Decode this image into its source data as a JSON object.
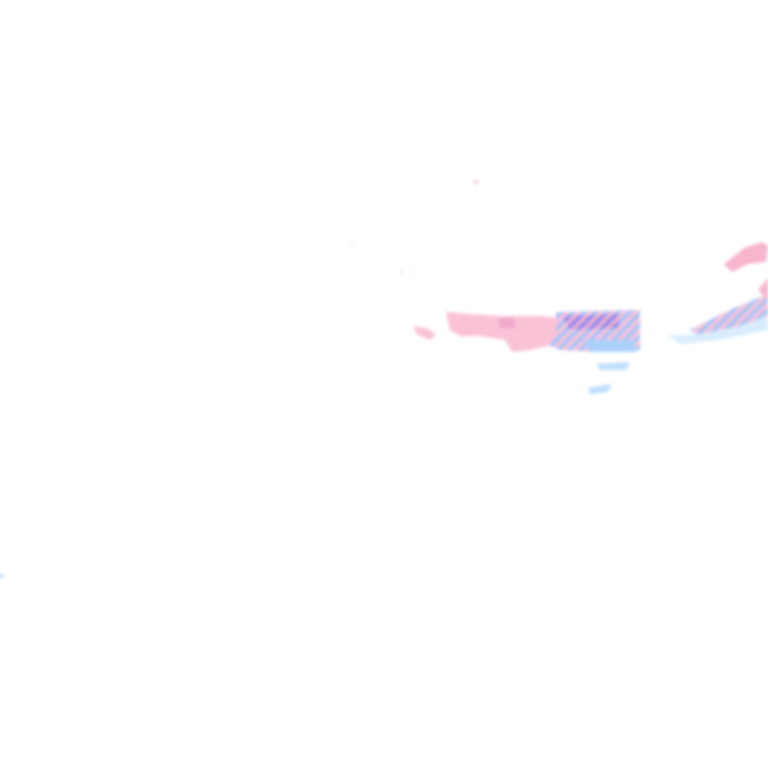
{
  "map": {
    "layer": "precipitation-radar-tile",
    "background_color": "#ffffff",
    "precipitation_types": [
      {
        "type": "mixed",
        "color": "#f9b6cf",
        "dark_color": "#e48ab4"
      },
      {
        "type": "snow",
        "color": "#a9d4fb",
        "dark_color": "#6b86f0"
      },
      {
        "type": "mixed-hatched",
        "color": "#f9b6cf",
        "stripe_color": "#8fc0f8"
      }
    ]
  }
}
